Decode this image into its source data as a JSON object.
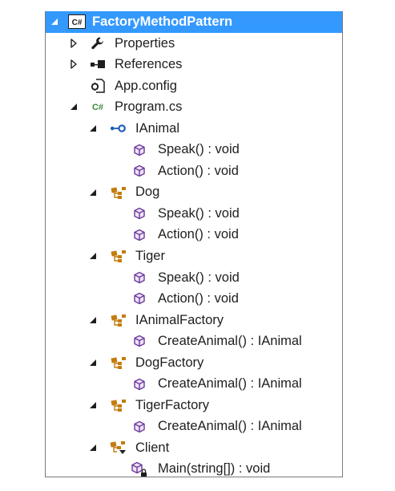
{
  "tree": {
    "items": [
      {
        "label": "FactoryMethodPattern",
        "icon": "csharp-project-icon",
        "expander": "expanded",
        "depth": 0,
        "selected": true
      },
      {
        "label": "Properties",
        "icon": "wrench-icon",
        "expander": "collapsed",
        "depth": 1
      },
      {
        "label": "References",
        "icon": "references-icon",
        "expander": "collapsed",
        "depth": 1
      },
      {
        "label": "App.config",
        "icon": "config-file-icon",
        "expander": "none",
        "depth": 1
      },
      {
        "label": "Program.cs",
        "icon": "csharp-file-icon",
        "expander": "expanded",
        "depth": 1
      },
      {
        "label": "IAnimal",
        "icon": "interface-icon",
        "expander": "expanded",
        "depth": 2
      },
      {
        "label": "Speak() : void",
        "icon": "method-icon",
        "expander": "none",
        "depth": 3
      },
      {
        "label": "Action() : void",
        "icon": "method-icon",
        "expander": "none",
        "depth": 3
      },
      {
        "label": "Dog",
        "icon": "class-icon",
        "expander": "expanded",
        "depth": 2
      },
      {
        "label": "Speak() : void",
        "icon": "method-icon",
        "expander": "none",
        "depth": 3
      },
      {
        "label": "Action() : void",
        "icon": "method-icon",
        "expander": "none",
        "depth": 3
      },
      {
        "label": "Tiger",
        "icon": "class-icon",
        "expander": "expanded",
        "depth": 2
      },
      {
        "label": "Speak() : void",
        "icon": "method-icon",
        "expander": "none",
        "depth": 3
      },
      {
        "label": "Action() : void",
        "icon": "method-icon",
        "expander": "none",
        "depth": 3
      },
      {
        "label": "IAnimalFactory",
        "icon": "class-icon",
        "expander": "expanded",
        "depth": 2
      },
      {
        "label": "CreateAnimal() : IAnimal",
        "icon": "method-icon",
        "expander": "none",
        "depth": 3
      },
      {
        "label": "DogFactory",
        "icon": "class-icon",
        "expander": "expanded",
        "depth": 2
      },
      {
        "label": "CreateAnimal() : IAnimal",
        "icon": "method-icon",
        "expander": "none",
        "depth": 3
      },
      {
        "label": "TigerFactory",
        "icon": "class-icon",
        "expander": "expanded",
        "depth": 2
      },
      {
        "label": "CreateAnimal() : IAnimal",
        "icon": "method-icon",
        "expander": "none",
        "depth": 3
      },
      {
        "label": "Client",
        "icon": "internal-class-icon",
        "expander": "expanded",
        "depth": 2
      },
      {
        "label": "Main(string[]) : void",
        "icon": "private-method-icon",
        "expander": "none",
        "depth": 3
      }
    ]
  },
  "colors": {
    "selection": "#3399ff",
    "method": "#6c3a9c",
    "class": "#c27d0e",
    "interface": "#1c5dbb",
    "csharp": "#388a34"
  }
}
